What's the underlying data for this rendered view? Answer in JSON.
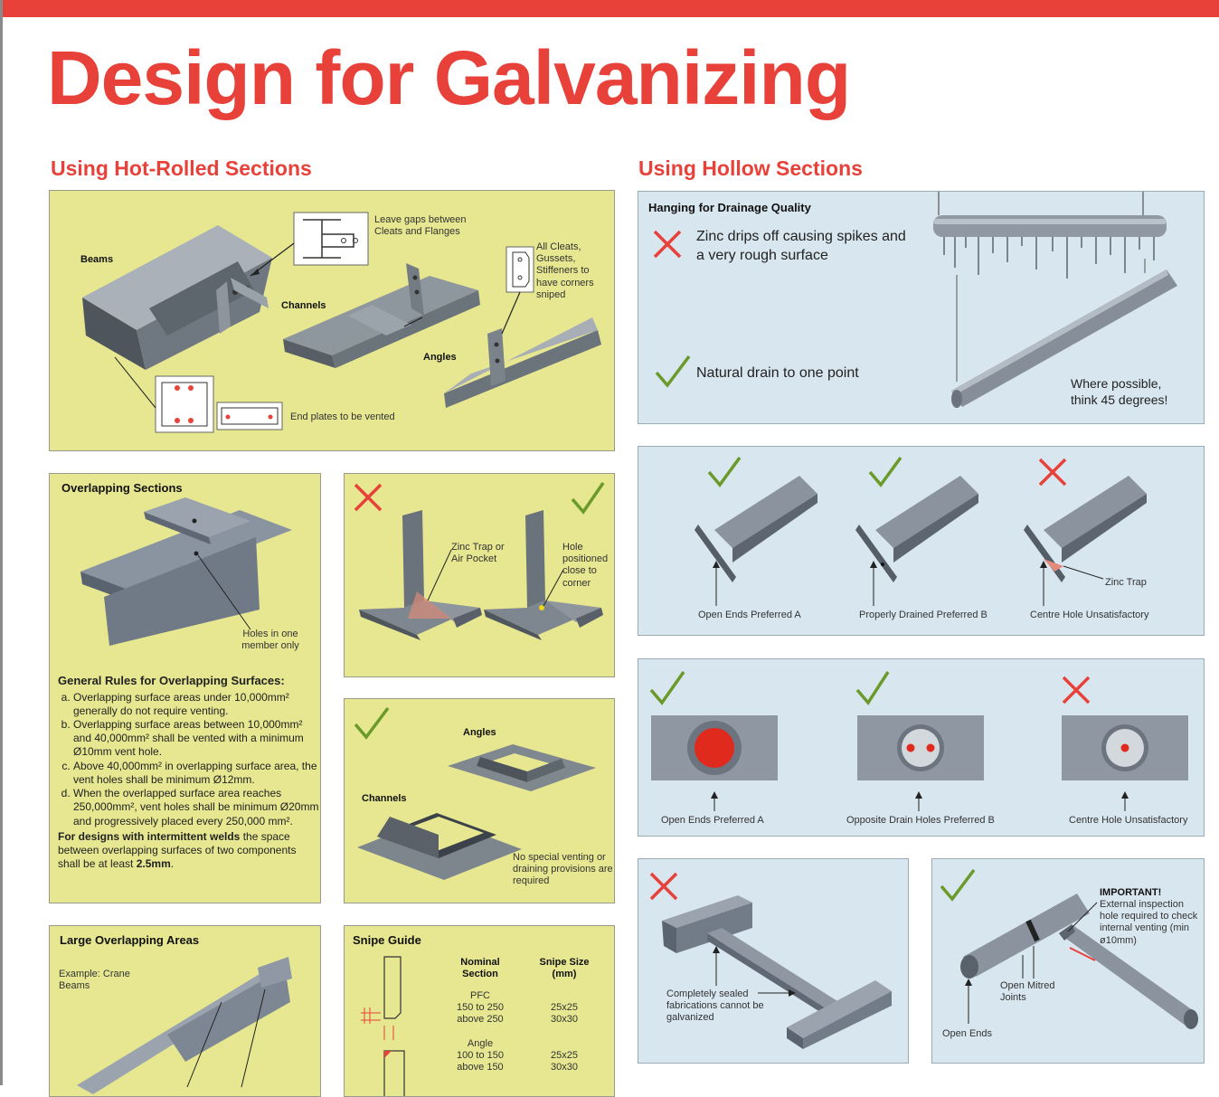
{
  "title": "Design for Galvanizing",
  "sections": {
    "hot_rolled": "Using Hot-Rolled Sections",
    "hollow": "Using Hollow Sections"
  },
  "colors": {
    "accent": "#e8413a",
    "yellow_panel": "#e6e790",
    "blue_panel": "#d8e6ef",
    "check": "#6a9a2a",
    "cross": "#e8413a",
    "steel": "#7d858e"
  },
  "icons": {
    "good": "check-mark-icon",
    "bad": "cross-mark-icon"
  },
  "hot_rolled_panel": {
    "beams": "Beams",
    "channels": "Channels",
    "angles": "Angles",
    "gaps": "Leave gaps between Cleats and Flanges",
    "cleats": "All Cleats, Gussets, Stiffeners to have corners sniped",
    "end_plates": "End plates to be vented"
  },
  "overlapping": {
    "title": "Overlapping Sections",
    "holes": "Holes in one member only",
    "rules_heading": "General Rules for Overlapping Surfaces:",
    "rules": [
      "Overlapping surface areas under 10,000mm² generally do not require venting.",
      "Overlapping surface areas between 10,000mm² and 40,000mm² shall be vented with a minimum Ø10mm vent hole.",
      "Above 40,000mm² in overlapping surface area, the vent holes shall be minimum Ø12mm.",
      "When the overlapped surface area reaches 250,000mm², vent holes shall be minimum Ø20mm and progressively placed every 250,000 mm²."
    ],
    "intermittent_bold": "For designs with intermittent welds",
    "intermittent_text": " the space between overlapping surfaces of two components shall be at least ",
    "intermittent_value": "2.5mm",
    "intermittent_end": "."
  },
  "zinc_trap_panel": {
    "zinc_trap": "Zinc Trap or Air Pocket",
    "hole": "Hole positioned close to corner"
  },
  "frames_panel": {
    "angles": "Angles",
    "channels": "Channels",
    "note": "No special venting or draining provisions are required"
  },
  "large_overlap": {
    "title": "Large Overlapping Areas",
    "example": "Example: Crane Beams"
  },
  "snipe": {
    "title": "Snipe Guide",
    "col1": "Nominal Section",
    "col2": "Snipe Size (mm)",
    "rows": [
      {
        "section": "PFC",
        "range1": "150 to 250",
        "range2": "above 250",
        "size1": "25x25",
        "size2": "30x30"
      },
      {
        "section": "Angle",
        "range1": "100 to 150",
        "range2": "above 150",
        "size1": "25x25",
        "size2": "30x30"
      }
    ]
  },
  "hanging": {
    "title": "Hanging for Drainage Quality",
    "bad": "Zinc drips off causing spikes and a very rough surface",
    "good": "Natural drain to one point",
    "tip": "Where possible, think 45 degrees!"
  },
  "ends_panel": {
    "a": "Open Ends Preferred A",
    "b": "Properly Drained Preferred B",
    "c": "Centre Hole Unsatisfactory",
    "trap": "Zinc Trap"
  },
  "holes_panel": {
    "a": "Open Ends Preferred A",
    "b": "Opposite Drain Holes Preferred B",
    "c": "Centre Hole Unsatisfactory"
  },
  "sealed_panel": {
    "note": "Completely sealed fabrications cannot be galvanized"
  },
  "mitred_panel": {
    "important": "IMPORTANT!",
    "important_text": "External inspection hole required to check internal venting (min ø10mm)",
    "mitred": "Open Mitred Joints",
    "open_ends": "Open Ends"
  }
}
